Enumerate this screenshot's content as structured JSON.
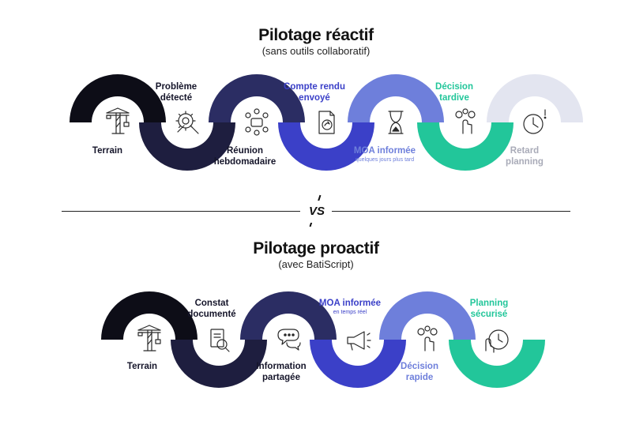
{
  "reactive": {
    "title": "Pilotage réactif",
    "subtitle": "(sans outils collaboratif)",
    "steps": [
      {
        "label": "Terrain",
        "icon": "crane-icon",
        "color": "#0d0d17"
      },
      {
        "label": "Problème\ndétecté",
        "icon": "gear-tools-icon",
        "color": "#1e1e3f"
      },
      {
        "label": "Réunion\nhebdomadaire",
        "icon": "meeting-icon",
        "color": "#2b2d63"
      },
      {
        "label": "Compte rendu\nenvoyé",
        "icon": "document-icon",
        "color": "#3b40c8"
      },
      {
        "label": "MOA informée",
        "sublabel": "quelques jours plus tard",
        "icon": "hourglass-icon",
        "color": "#6e7fdb"
      },
      {
        "label": "Décision\ntardive",
        "icon": "decision-icon",
        "color": "#22c69a"
      },
      {
        "label": "Retard\nplanning",
        "icon": "late-clock-icon",
        "color": "#e3e5f0"
      }
    ]
  },
  "vs_label": "VS",
  "proactive": {
    "title": "Pilotage proactif",
    "subtitle": "(avec BatiScript)",
    "steps": [
      {
        "label": "Terrain",
        "icon": "crane-icon",
        "color": "#0d0d17"
      },
      {
        "label": "Constat\ndocumenté",
        "icon": "document-search-icon",
        "color": "#1e1e3f"
      },
      {
        "label": "Information\npartagée",
        "icon": "chat-icon",
        "color": "#2b2d63"
      },
      {
        "label": "MOA informée",
        "sublabel": "en temps réel",
        "icon": "megaphone-icon",
        "color": "#3b40c8"
      },
      {
        "label": "Décision\nrapide",
        "icon": "decision-icon",
        "color": "#6e7fdb"
      },
      {
        "label": "Planning\nsécurisé",
        "icon": "secure-clock-icon",
        "color": "#22c69a"
      }
    ]
  }
}
